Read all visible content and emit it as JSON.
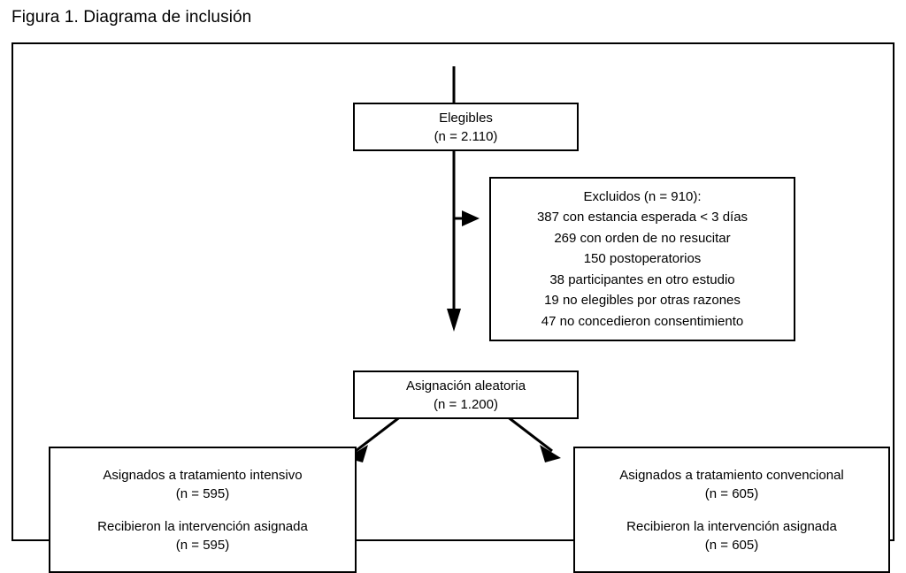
{
  "figure": {
    "title": "Figura 1. Diagrama de inclusión"
  },
  "nodes": {
    "eligibles": {
      "label": "Elegibles",
      "count": "(n = 2.110)"
    },
    "excluded": {
      "heading": "Excluidos (n = 910):",
      "reasons": [
        "387 con estancia esperada < 3 días",
        "269 con orden de no resucitar",
        "150 postoperatorios",
        "38 participantes en otro estudio",
        "19 no elegibles por otras razones",
        "47 no concedieron consentimiento"
      ]
    },
    "randomization": {
      "label": "Asignación aleatoria",
      "count": "(n = 1.200)"
    },
    "arm_intensive": {
      "assigned_label": "Asignados a tratamiento intensivo",
      "assigned_count": "(n = 595)",
      "received_label": "Recibieron la intervención asignada",
      "received_count": "(n = 595)"
    },
    "arm_conventional": {
      "assigned_label": "Asignados a tratamiento convencional",
      "assigned_count": "(n = 605)",
      "received_label": "Recibieron la intervención asignada",
      "received_count": "(n = 605)"
    }
  },
  "chart_data": {
    "type": "diagram",
    "title": "Figura 1. Diagrama de inclusión",
    "flow": "CONSORT participant inclusion flow diagram",
    "nodes": [
      {
        "id": "eligibles",
        "text": "Elegibles",
        "n": 2110
      },
      {
        "id": "excluded",
        "text": "Excluidos",
        "n": 910
      },
      {
        "id": "randomization",
        "text": "Asignación aleatoria",
        "n": 1200
      },
      {
        "id": "intensive",
        "text": "Asignados a tratamiento intensivo",
        "n": 595
      },
      {
        "id": "conventional",
        "text": "Asignados a tratamiento convencional",
        "n": 605
      }
    ],
    "exclusion_breakdown": [
      {
        "reason": "con estancia esperada < 3 días",
        "n": 387
      },
      {
        "reason": "con orden de no resucitar",
        "n": 269
      },
      {
        "reason": "postoperatorios",
        "n": 150
      },
      {
        "reason": "participantes en otro estudio",
        "n": 38
      },
      {
        "reason": "no elegibles por otras razones",
        "n": 19
      },
      {
        "reason": "no concedieron consentimiento",
        "n": 47
      }
    ],
    "edges": [
      {
        "from": "eligibles",
        "to": "excluded",
        "style": "arrow-right"
      },
      {
        "from": "eligibles",
        "to": "randomization",
        "style": "arrow-down"
      },
      {
        "from": "randomization",
        "to": "intensive",
        "style": "arrow-diagonal-left"
      },
      {
        "from": "randomization",
        "to": "conventional",
        "style": "arrow-diagonal-right"
      }
    ],
    "colors": {
      "stroke": "#000000",
      "background": "#ffffff",
      "text": "#000000"
    }
  }
}
